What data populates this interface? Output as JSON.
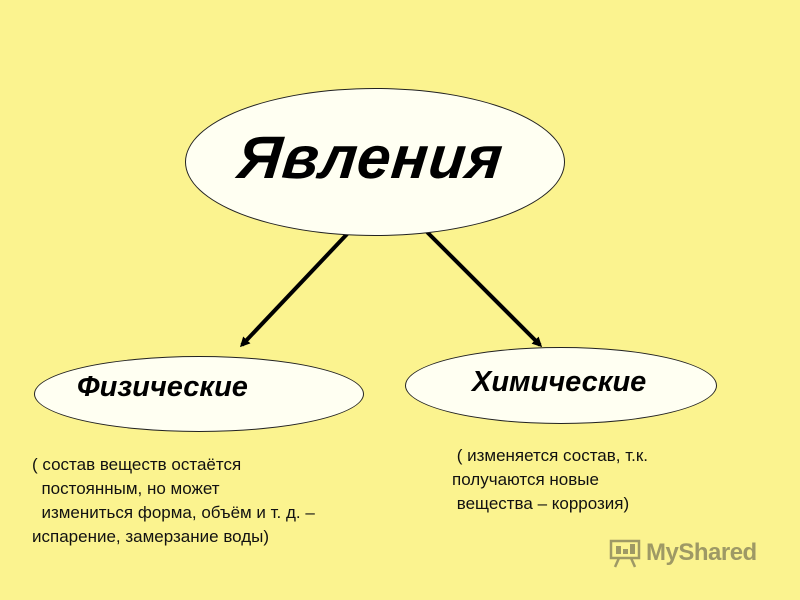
{
  "diagram": {
    "root": "Явления",
    "left": {
      "title": "Физические",
      "desc": "( состав веществ остаётся\n  постоянным, но может\n  измениться форма, объём и т. д. –\nиспарение, замерзание воды)"
    },
    "right": {
      "title": "Химические",
      "desc": " ( изменяется состав, т.к.\nполучаются новые\n вещества – коррозия)"
    }
  },
  "watermark": {
    "text": "MyShared",
    "icon": "presentation-board-icon"
  },
  "colors": {
    "background": "#fbf38f",
    "node_fill": "#fffff2",
    "arrow": "#000000"
  }
}
